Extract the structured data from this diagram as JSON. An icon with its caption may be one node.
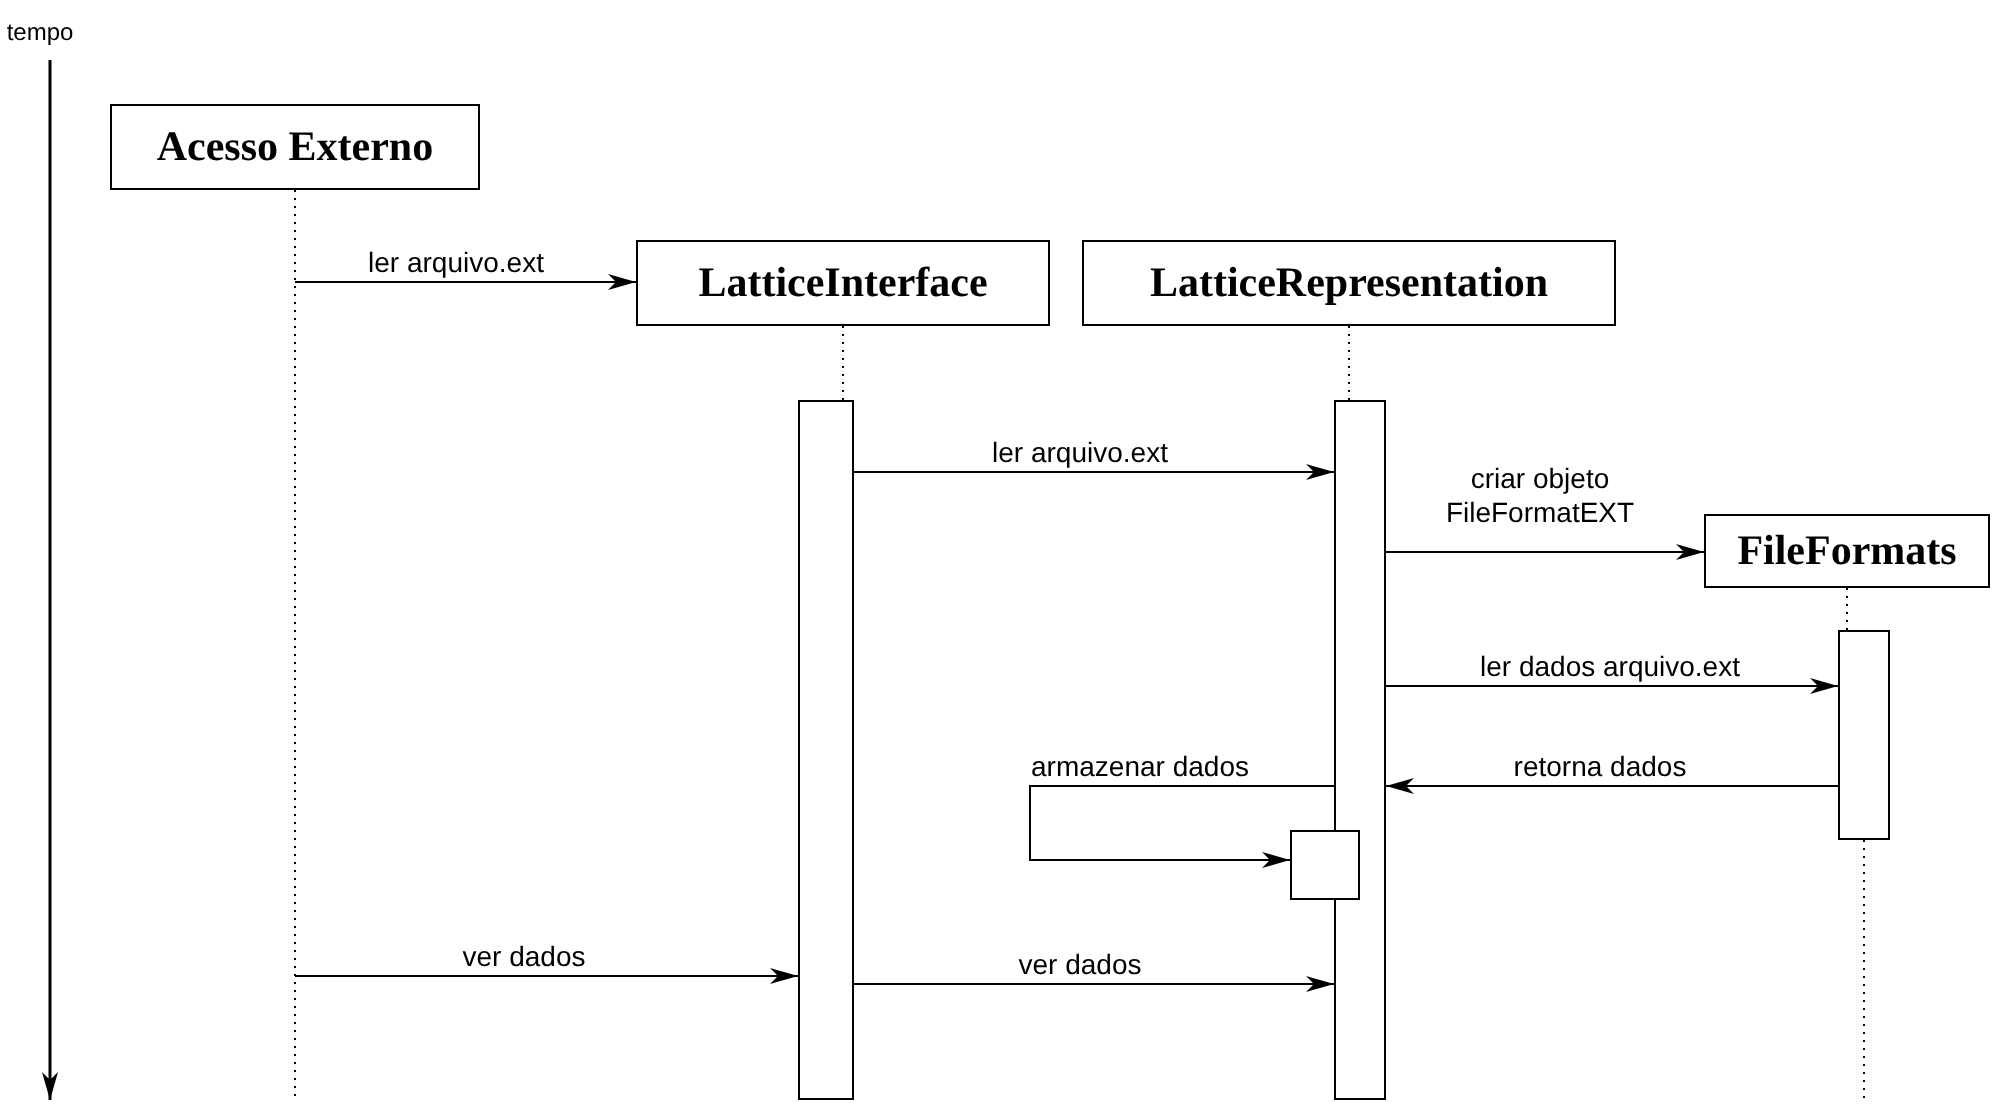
{
  "diagram": {
    "nodes": [
      {
        "text": [
          "Acesso Externo"
        ]
      },
      {
        "text": [
          "LatticeInterface"
        ]
      },
      {
        "text": [
          "LatticeRepresentation"
        ]
      },
      {
        "text": [
          "FileFormats"
        ]
      },
      {
        "text": [],
        "shape": "bar"
      },
      {
        "text": [],
        "shape": "bar"
      },
      {
        "text": [],
        "shape": "bar"
      },
      {
        "text": [],
        "shape": "bar"
      }
    ],
    "edges": [
      {
        "from": null,
        "to": 1,
        "arrow": "to",
        "label": "ler arquivo.ext"
      },
      {
        "from": 4,
        "to": 5,
        "arrow": "to",
        "label": "ler arquivo.ext"
      },
      {
        "from": 5,
        "to": 3,
        "arrow": "to",
        "label": "criar objeto FileFormatEXT"
      },
      {
        "from": 5,
        "to": 6,
        "arrow": "to",
        "label": "ler dados arquivo.ext"
      },
      {
        "from": 6,
        "to": 5,
        "arrow": "to",
        "label": "retorna dados"
      },
      {
        "from": 5,
        "to": 7,
        "arrow": "to",
        "label": "armazenar dados"
      },
      {
        "from": null,
        "to": 4,
        "arrow": "to",
        "label": "ver dados"
      },
      {
        "from": 4,
        "to": 5,
        "arrow": "to",
        "label": "ver dados"
      },
      {
        "from": 0,
        "to": null,
        "arrow": "none",
        "style": "dashed"
      },
      {
        "from": 1,
        "to": 4,
        "arrow": "none",
        "style": "dashed"
      },
      {
        "from": 2,
        "to": 5,
        "arrow": "none",
        "style": "dashed"
      },
      {
        "from": 3,
        "to": 6,
        "arrow": "none",
        "style": "dashed"
      },
      {
        "from": 6,
        "to": null,
        "arrow": "none",
        "style": "dashed"
      }
    ],
    "labels": [
      "tempo"
    ]
  }
}
